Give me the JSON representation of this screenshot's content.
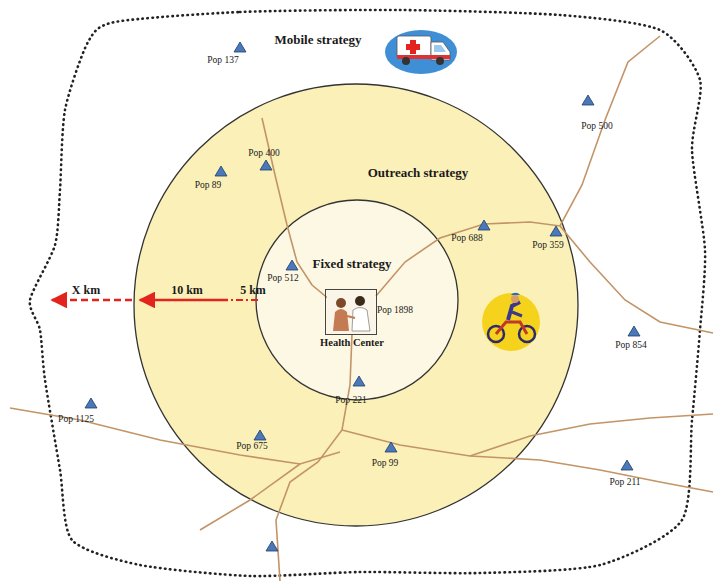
{
  "diagram": {
    "nodes": [
      {
        "text": [
          "Mobile strategy"
        ]
      },
      {
        "text": [
          "Outreach strategy"
        ],
        "in": 0
      },
      {
        "text": [
          "Fixed strategy"
        ],
        "in": 1
      },
      {
        "text": [
          "Health Center"
        ],
        "in": 2
      }
    ],
    "labels": [
      "Pop 137",
      "Pop 400",
      "Pop 89",
      "Pop 500",
      "Pop 688",
      "Pop 359",
      "Pop 512",
      "Pop 1898",
      "Pop 854",
      "Pop 221",
      "Pop 1125",
      "Pop 675",
      "Pop 99",
      "Pop 211",
      "X km",
      "10 km",
      "5 km"
    ]
  }
}
